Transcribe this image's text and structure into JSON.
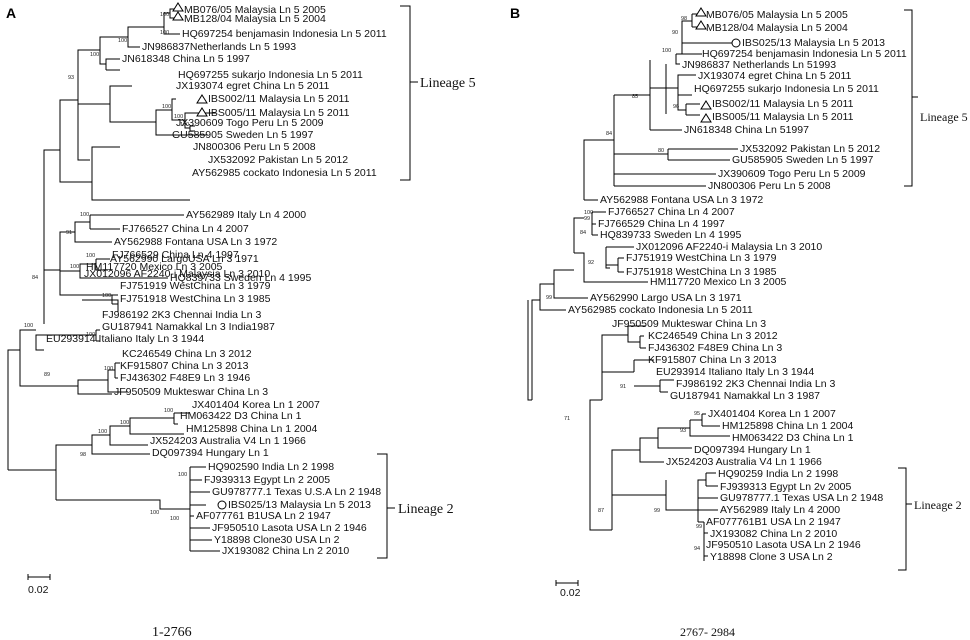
{
  "panels": [
    {
      "letter": "A",
      "region": "1-2766",
      "scale": "0.02",
      "lineages": [
        {
          "label": "Lineage 5"
        },
        {
          "label": "Lineage 2"
        }
      ],
      "taxa": [
        {
          "label": "MB076/05 Malaysia Ln 5 2005",
          "marker": "triangle"
        },
        {
          "label": "MB128/04 Malaysia Ln 5 2004",
          "marker": "triangle"
        },
        {
          "label": "HQ697254 benjamasin Indonesia Ln 5 2011"
        },
        {
          "label": "JN986837Netherlands Ln 5 1993"
        },
        {
          "label": "JN618348 China Ln 5 1997"
        },
        {
          "label": "HQ697255 sukarjo Indonesia Ln 5 2011"
        },
        {
          "label": "JX193074 egret China Ln 5 2011"
        },
        {
          "label": "IBS002/11 Malaysia Ln 5 2011",
          "marker": "triangle"
        },
        {
          "label": "IBS005/11 Malaysia Ln 5 2011",
          "marker": "triangle"
        },
        {
          "label": "JX390609 Togo Peru Ln 5 2009"
        },
        {
          "label": "GU585905 Sweden Ln 5 1997"
        },
        {
          "label": "JN800306 Peru Ln 5 2008"
        },
        {
          "label": "JX532092 Pakistan Ln 5 2012"
        },
        {
          "label": "AY562985 cockato Indonesia Ln 5 2011"
        },
        {
          "label": "AY562989 Italy Ln 4 2000"
        },
        {
          "label": "FJ766527 China Ln 4 2007"
        },
        {
          "label": "AY562988 Fontana USA Ln 3 1972"
        },
        {
          "label": "FJ766529 China Ln 4 1997"
        },
        {
          "label": "HQ839733 Sweden Ln 4 1995"
        },
        {
          "label": "HM117720 Mexico Ln 3 2005"
        },
        {
          "label": "AY562990 LargoUSA Ln 3 1971"
        },
        {
          "label": "JX012096 AF2240-i Malaysia Ln 3 2010"
        },
        {
          "label": "FJ751919 WestChina Ln 3 1979"
        },
        {
          "label": "FJ751918 WestChina Ln 3 1985"
        },
        {
          "label": "FJ986192 2K3 Chennai India Ln 3"
        },
        {
          "label": "GU187941 Namakkal Ln 3 India1987"
        },
        {
          "label": "EU293914 Italiano Italy Ln 3 1944"
        },
        {
          "label": "KC246549 China Ln 3 2012"
        },
        {
          "label": "KF915807 China Ln 3 2013"
        },
        {
          "label": "FJ436302 F48E9 Ln 3 1946"
        },
        {
          "label": "JF950509 Mukteswar China Ln 3"
        },
        {
          "label": "JX401404 Korea Ln 1 2007"
        },
        {
          "label": "HM063422 D3 China Ln 1"
        },
        {
          "label": "HM125898 China Ln 1 2004"
        },
        {
          "label": "JX524203 Australia V4 Ln 1 1966"
        },
        {
          "label": "DQ097394 Hungary Ln 1"
        },
        {
          "label": "HQ902590 India Ln 2 1998"
        },
        {
          "label": "FJ939313 Egypt Ln 2 2005"
        },
        {
          "label": "GU978777.1 Texas U.S.A Ln 2 1948"
        },
        {
          "label": "IBS025/13 Malaysia Ln 5 2013",
          "marker": "circle"
        },
        {
          "label": "AF077761 B1USA Ln 2 1947"
        },
        {
          "label": "JF950510 Lasota USA Ln 2 1946"
        },
        {
          "label": "Y18898 Clone30 USA Ln 2"
        },
        {
          "label": "JX193082 China Ln 2 2010"
        }
      ],
      "bootstrap": [
        "100",
        "100",
        "100",
        "100",
        "93",
        "100",
        "100",
        "100",
        "100",
        "91",
        "100",
        "100",
        "84",
        "100",
        "100",
        "100",
        "100",
        "89",
        "100",
        "100",
        "100",
        "98",
        "100",
        "100",
        "100"
      ]
    },
    {
      "letter": "B",
      "region": "2767- 2984",
      "scale": "0.02",
      "lineages": [
        {
          "label": "Lineage 5"
        },
        {
          "label": "Lineage 2"
        }
      ],
      "taxa": [
        {
          "label": "MB076/05 Malaysia Ln 5 2005",
          "marker": "triangle"
        },
        {
          "label": "MB128/04 Malaysia Ln 5 2004",
          "marker": "triangle"
        },
        {
          "label": "IBS025/13 Malaysia Ln 5 2013",
          "marker": "circle"
        },
        {
          "label": "HQ697254 benjamasin Indonesia Ln 5 2011"
        },
        {
          "label": "JN986837 Netherlands Ln 51993"
        },
        {
          "label": "JX193074 egret China Ln 5 2011"
        },
        {
          "label": "HQ697255 sukarjo Indonesia Ln 5 2011"
        },
        {
          "label": "IBS002/11 Malaysia Ln 5 2011",
          "marker": "triangle"
        },
        {
          "label": "IBS005/11 Malaysia Ln 5 2011",
          "marker": "triangle"
        },
        {
          "label": "JN618348 China Ln 51997"
        },
        {
          "label": "JX532092 Pakistan Ln 5 2012"
        },
        {
          "label": "GU585905 Sweden Ln 5 1997"
        },
        {
          "label": "JX390609 Togo Peru Ln 5 2009"
        },
        {
          "label": "JN800306 Peru Ln 5 2008"
        },
        {
          "label": "AY562988 Fontana USA Ln 3 1972"
        },
        {
          "label": "FJ766527 China Ln 4 2007"
        },
        {
          "label": "FJ766529 China Ln 4 1997"
        },
        {
          "label": "HQ839733 Sweden Ln 4 1995"
        },
        {
          "label": "JX012096 AF2240-i Malaysia Ln 3 2010"
        },
        {
          "label": "FJ751919 WestChina Ln 3 1979"
        },
        {
          "label": "FJ751918 WestChina Ln 3 1985"
        },
        {
          "label": "HM117720 Mexico Ln 3 2005"
        },
        {
          "label": "AY562990 Largo USA Ln 3 1971"
        },
        {
          "label": "AY562985 cockato Indonesia Ln 5 2011"
        },
        {
          "label": "JF950509 Mukteswar China Ln 3"
        },
        {
          "label": "KC246549 China Ln 3 2012"
        },
        {
          "label": "FJ436302 F48E9 China Ln 3"
        },
        {
          "label": "KF915807 China Ln 3 2013"
        },
        {
          "label": "EU293914 Italiano Italy Ln 3 1944"
        },
        {
          "label": "FJ986192 2K3 Chennai India Ln 3"
        },
        {
          "label": "GU187941 Namakkal Ln 3 1987"
        },
        {
          "label": "JX401404 Korea Ln 1 2007"
        },
        {
          "label": "HM125898 China Ln 1 2004"
        },
        {
          "label": "HM063422 D3 China Ln 1"
        },
        {
          "label": "DQ097394 Hungary Ln 1"
        },
        {
          "label": "JX524203 Australia V4 Ln 1 1966"
        },
        {
          "label": "HQ90259 India Ln 2 1998"
        },
        {
          "label": "FJ939313 Egypt Ln 2v 2005"
        },
        {
          "label": "GU978777.1 Texas USA Ln 2 1948"
        },
        {
          "label": "AY562989 Italy Ln 4 2000"
        },
        {
          "label": "AF077761B1 USA Ln 2 1947"
        },
        {
          "label": "JX193082 China Ln 2 2010"
        },
        {
          "label": "JF950510 Lasota USA Ln 2 1946"
        },
        {
          "label": "Y18898 Clone 3 USA Ln 2"
        }
      ],
      "bootstrap": [
        "98",
        "90",
        "100",
        "96",
        "85",
        "84",
        "80",
        "100",
        "99",
        "84",
        "92",
        "99",
        "91",
        "95",
        "93",
        "87",
        "99",
        "99",
        "94",
        "71"
      ]
    }
  ]
}
